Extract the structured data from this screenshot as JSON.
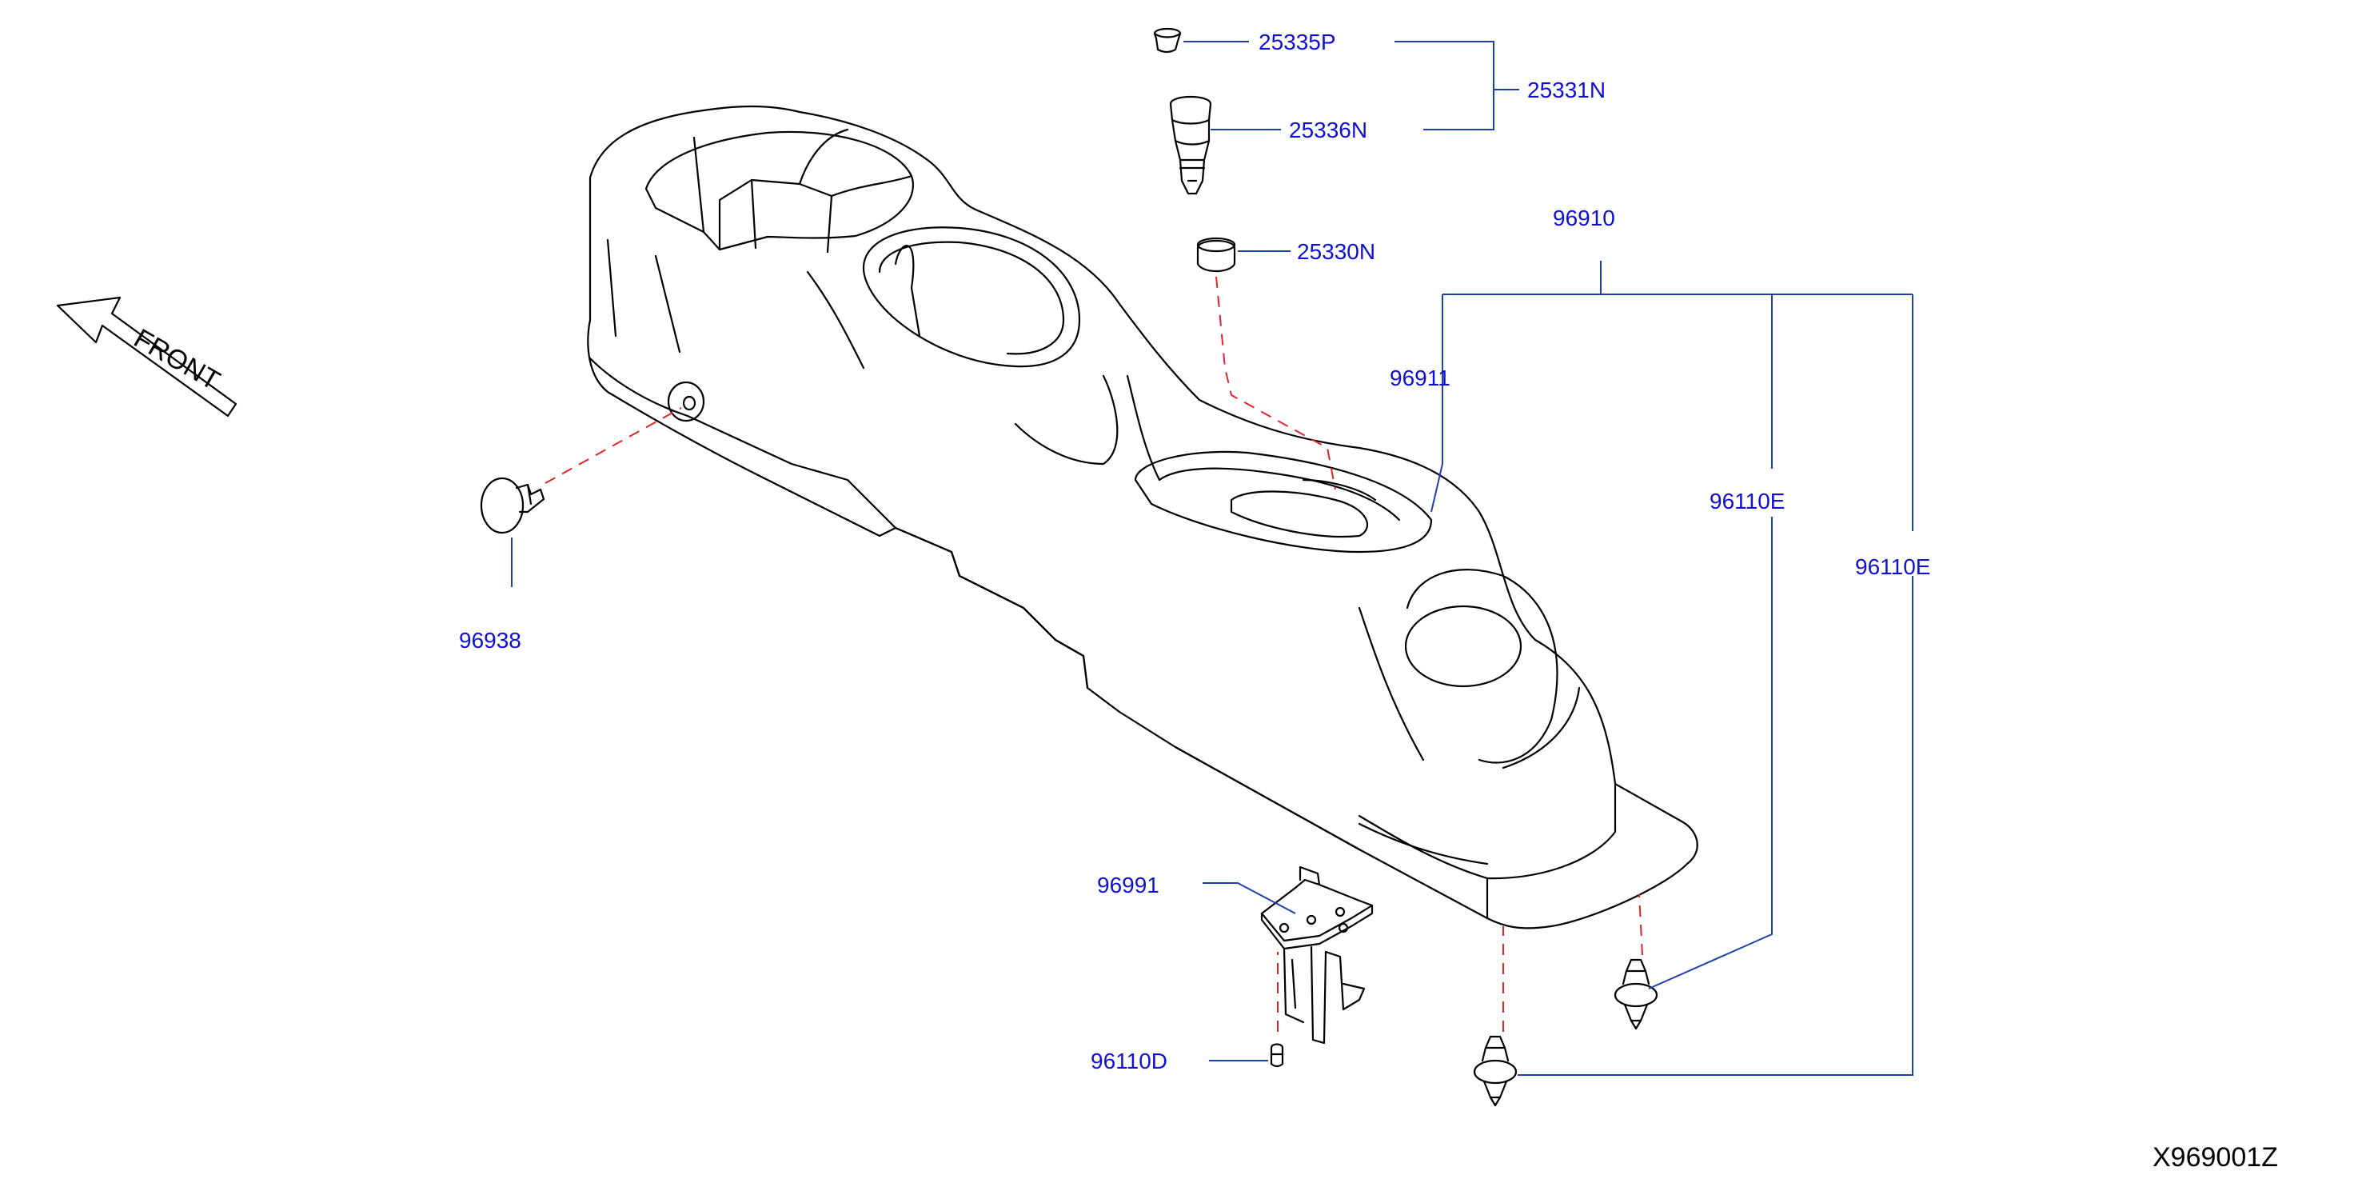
{
  "diagram": {
    "front_label": "FRONT",
    "diagram_code": "X969001Z",
    "callouts": {
      "p25335P": "25335P",
      "p25331N": "25331N",
      "p25336N": "25336N",
      "p25330N": "25330N",
      "p96910": "96910",
      "p96911": "96911",
      "p96110E_a": "96110E",
      "p96110E_b": "96110E",
      "p96938": "96938",
      "p96991": "96991",
      "p96110D": "96110D"
    },
    "colors": {
      "callout_text": "#1010d0",
      "leader_line": "#1f3fae",
      "hidden_line": "#e0242a",
      "part_outline": "#000000"
    }
  }
}
